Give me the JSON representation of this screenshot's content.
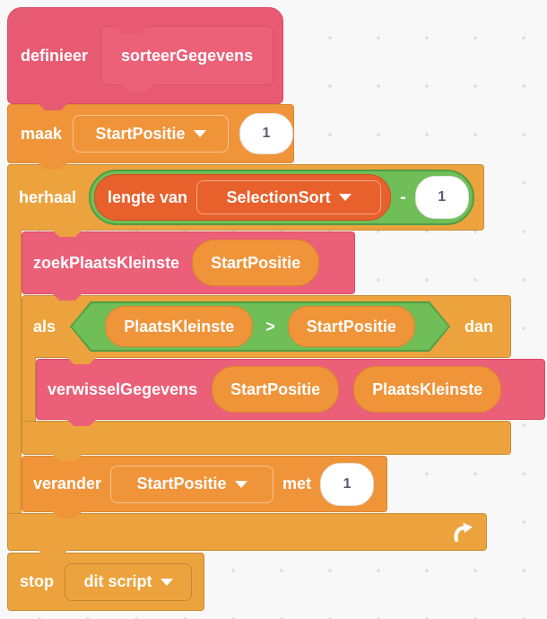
{
  "colors": {
    "background": "#F8F8F8",
    "dot_grid": "#DADADA",
    "define_pink": "#E75A72",
    "custom_block_pink": "#EB5F78",
    "custom_block_pink_border": "#DE4767",
    "variables_orange": "#F0943A",
    "variables_orange_border": "#D8862D",
    "control_orange": "#ECA33D",
    "control_orange_border": "#C78E35",
    "operator_green": "#70BE58",
    "operator_green_border": "#4F9D43",
    "list_orange": "#E8602C",
    "list_orange_border": "#C8501F",
    "input_text": "#575E75",
    "label_text": "#FFFFFF"
  },
  "icons": {
    "loop_arrow": "curved clockwise arrow",
    "dropdown_arrow": "white down triangle"
  },
  "blocks": {
    "define": {
      "keyword": "definieer",
      "name": "sorteerGegevens"
    },
    "set_variable": {
      "keyword": "maak",
      "variable": "StartPositie",
      "value": "1"
    },
    "repeat": {
      "keyword": "herhaal",
      "length_label": "lengte van",
      "list_name": "SelectionSort",
      "operator": "-",
      "operand": "1"
    },
    "call_zoek": {
      "label": "zoekPlaatsKleinste",
      "arg": "StartPositie"
    },
    "if_block": {
      "if_label": "als",
      "condition_left": "PlaatsKleinste",
      "condition_operator": ">",
      "condition_right": "StartPositie",
      "then_label": "dan"
    },
    "call_verwissel": {
      "label": "verwisselGegevens",
      "arg1": "StartPositie",
      "arg2": "PlaatsKleinste"
    },
    "change_variable": {
      "keyword": "verander",
      "variable": "StartPositie",
      "by_label": "met",
      "value": "1"
    },
    "stop": {
      "keyword": "stop",
      "option": "dit script"
    }
  }
}
